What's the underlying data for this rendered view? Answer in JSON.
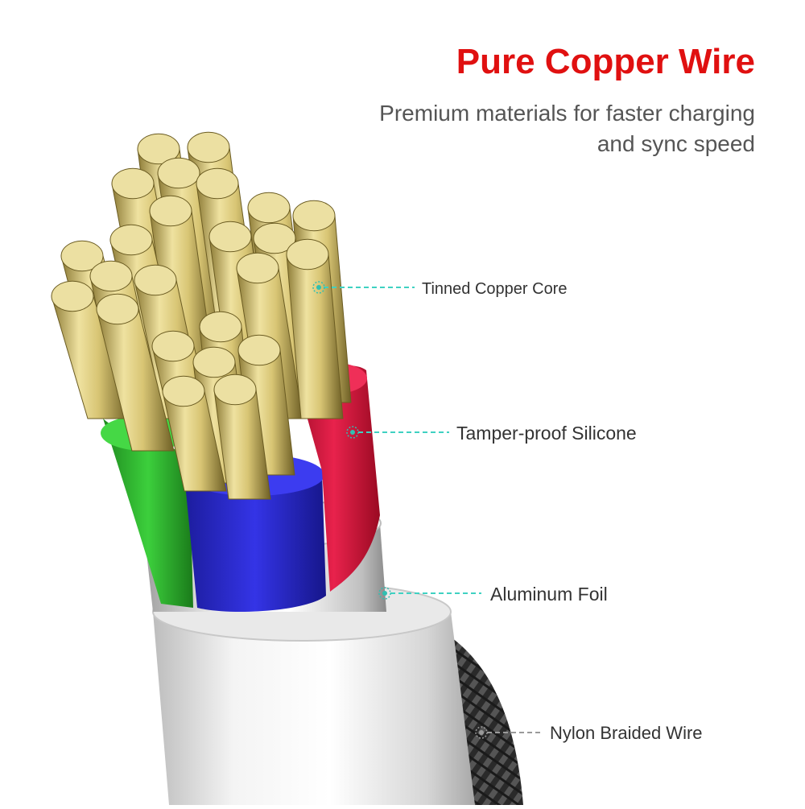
{
  "header": {
    "title": "Pure Copper Wire",
    "subtitle": "Premium materials for faster charging and sync speed"
  },
  "colors": {
    "title": "#e01010",
    "subtitle": "#555555",
    "label": "#333333",
    "callout_line": "#3fd1c2",
    "callout_line_grey": "#9a9a9a",
    "wire_green": "#2fb52f",
    "wire_blue": "#2a2ad0",
    "wire_red": "#d8123a",
    "copper_gold": "#d9c77d",
    "foil_silver": "#cfcfcf"
  },
  "callouts": [
    {
      "id": "core",
      "label": "Tinned Copper Core",
      "marker_icon": "target-dot-icon"
    },
    {
      "id": "silicone",
      "label": "Tamper-proof Silicone",
      "marker_icon": "target-dot-icon"
    },
    {
      "id": "foil",
      "label": "Aluminum Foil",
      "marker_icon": "target-dot-icon"
    },
    {
      "id": "braid",
      "label": "Nylon Braided Wire",
      "marker_icon": "target-dot-icon"
    }
  ]
}
